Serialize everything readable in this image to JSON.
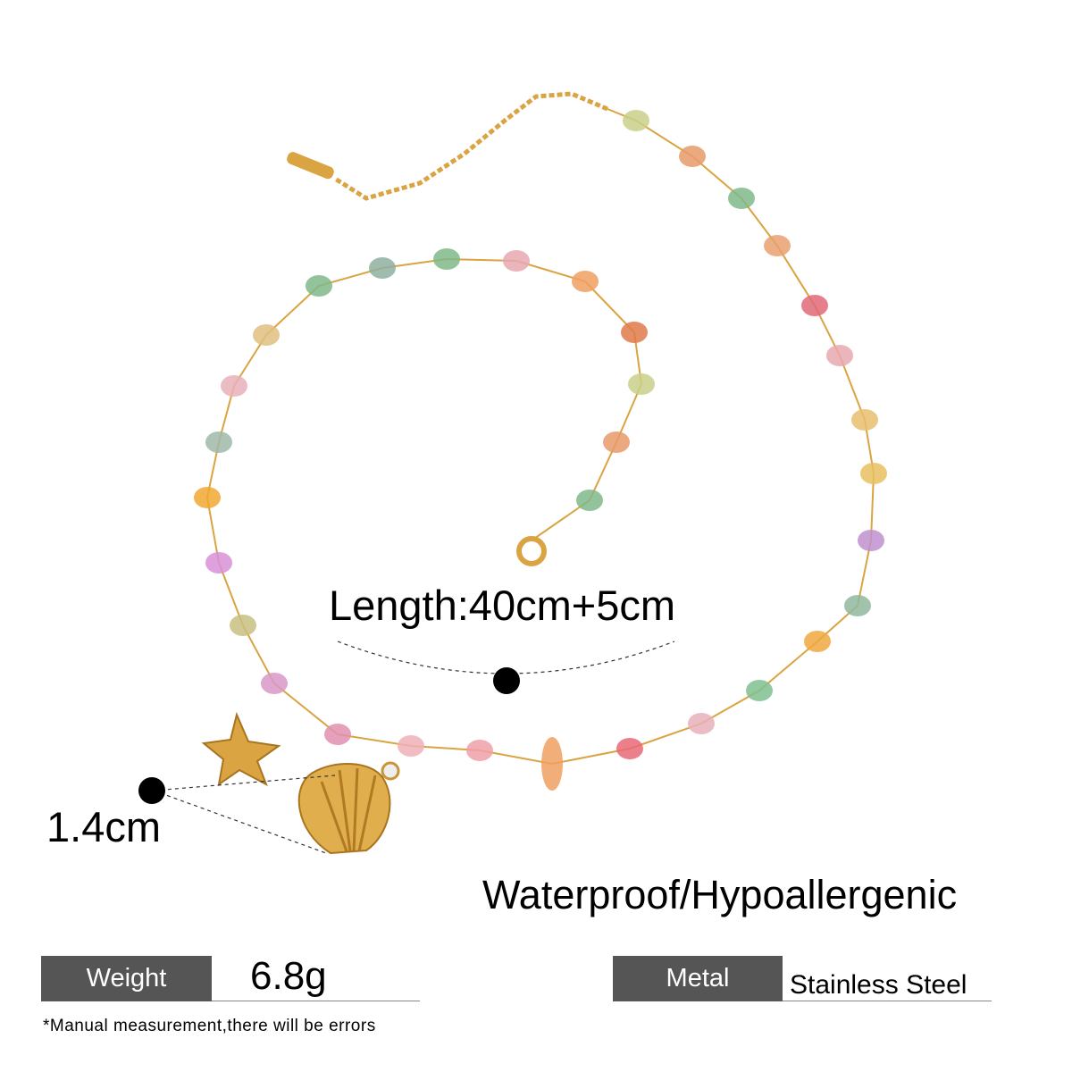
{
  "product": {
    "length_label": "Length:40cm+5cm",
    "pendant_size": "1.4cm",
    "feature": "Waterproof/Hypoallergenic",
    "specs": [
      {
        "label": "Weight",
        "value": "6.8g"
      },
      {
        "label": "Metal",
        "value": "Stainless Steel"
      }
    ],
    "note": "*Manual measurement,there will be errors"
  },
  "colors": {
    "gold": "#d9a441",
    "label_bg": "#555555"
  }
}
